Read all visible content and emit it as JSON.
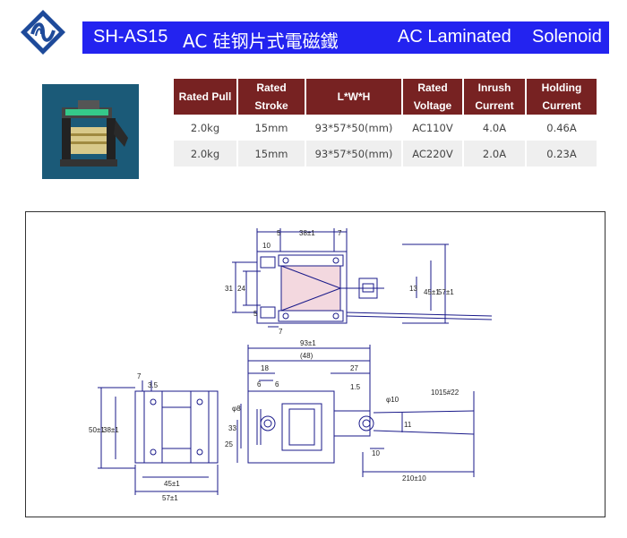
{
  "header": {
    "model": "SH-AS15",
    "title_cn": "AC 硅钢片式電磁鐵",
    "title_en_1": "AC Laminated",
    "title_en_2": "Solenoid"
  },
  "colors": {
    "banner": "#2323f0",
    "table_header": "#772222",
    "logo": "#1e4a9a"
  },
  "spec_table": {
    "headers": [
      [
        "Rated Pull"
      ],
      [
        "Rated",
        "Stroke"
      ],
      [
        "L*W*H"
      ],
      [
        "Rated",
        "Voltage"
      ],
      [
        "Inrush",
        "Current"
      ],
      [
        "Holding",
        "Current"
      ]
    ],
    "rows": [
      [
        "2.0kg",
        "15mm",
        "93*57*50(mm)",
        "AC110V",
        "4.0A",
        "0.46A"
      ],
      [
        "2.0kg",
        "15mm",
        "93*57*50(mm)",
        "AC220V",
        "2.0A",
        "0.23A"
      ]
    ]
  },
  "drawing_labels": {
    "d_5a": "5",
    "d_38": "38±1",
    "d_7a": "7",
    "d_10": "10",
    "d_31": "31",
    "d_24": "24",
    "d_5b": "5",
    "d_13": "13",
    "d_45v": "45±1",
    "d_57v": "57±1",
    "d_7b": "7",
    "d_93": "93±1",
    "d_18": "18",
    "d_48": "(48)",
    "d_27": "27",
    "d_6a": "6",
    "d_6b": "6",
    "d_15": "1.5",
    "d_phi8": "φ8",
    "d_phi10": "φ10",
    "d_1015": "1015#22",
    "d_33": "33",
    "d_25": "25",
    "d_11": "11",
    "d_10b": "10",
    "d_210": "210±10",
    "d_7c": "7",
    "d_35": "3.5",
    "d_50": "50±1",
    "d_38v": "38±1",
    "d_45h": "45±1",
    "d_57h": "57±1"
  }
}
